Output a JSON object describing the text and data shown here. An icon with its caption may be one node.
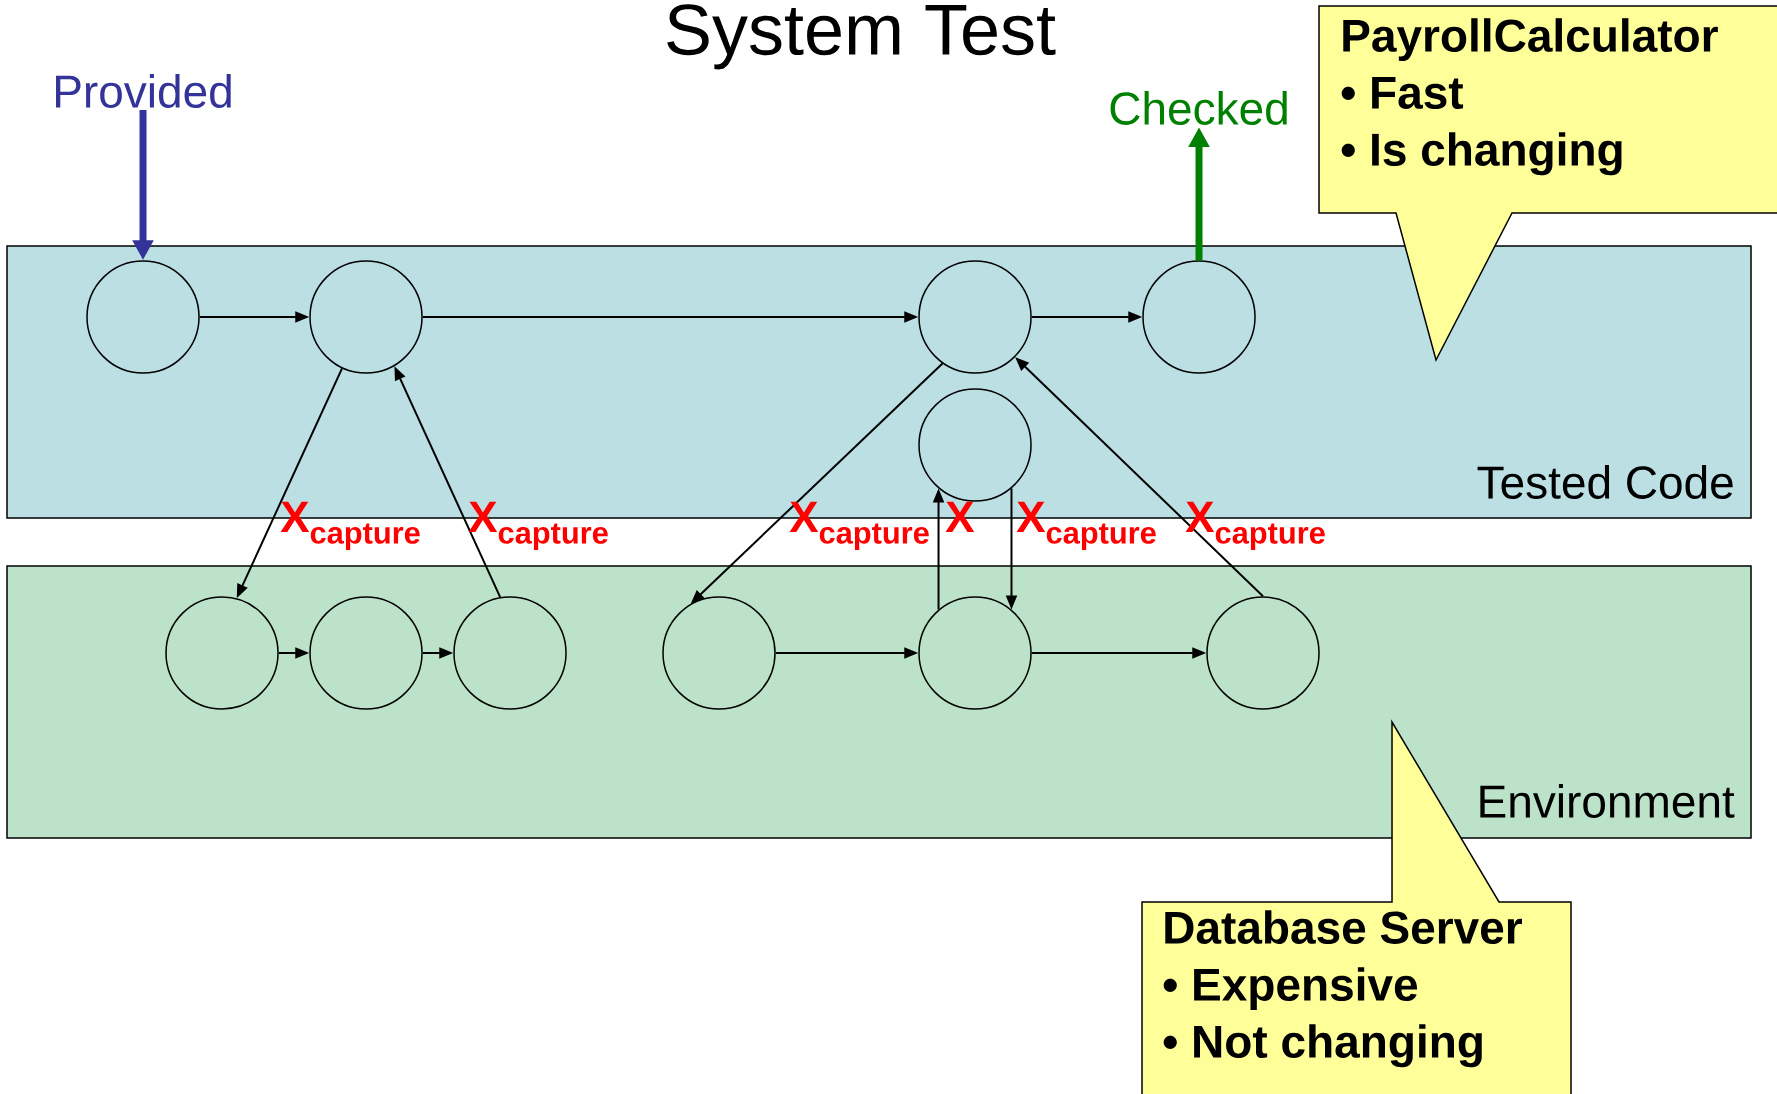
{
  "diagram": {
    "title": "System Test",
    "nodes": [
      {
        "text": [
          "Tested Code"
        ]
      },
      {
        "text": [
          "Environment"
        ]
      },
      {
        "text": [
          "Provided"
        ]
      },
      {
        "text": [
          "Checked"
        ]
      },
      {
        "text": [],
        "shape": "circle",
        "in": 0
      },
      {
        "text": [],
        "shape": "circle",
        "in": 0
      },
      {
        "text": [],
        "shape": "circle",
        "in": 0
      },
      {
        "text": [],
        "shape": "circle",
        "in": 0
      },
      {
        "text": [],
        "shape": "circle",
        "in": 0
      },
      {
        "text": [],
        "shape": "circle",
        "in": 1
      },
      {
        "text": [],
        "shape": "circle",
        "in": 1
      },
      {
        "text": [],
        "shape": "circle",
        "in": 1
      },
      {
        "text": [],
        "shape": "circle",
        "in": 1
      },
      {
        "text": [],
        "shape": "circle",
        "in": 1
      },
      {
        "text": [],
        "shape": "circle",
        "in": 1
      },
      {
        "text": [
          "PayrollCalculator",
          "• Fast",
          "• Is changing"
        ]
      },
      {
        "text": [
          "Database Server",
          "• Expensive",
          "• Not changing"
        ]
      }
    ],
    "edges": [
      {
        "from": 2,
        "to": 4,
        "arrow": "to",
        "style": "thick",
        "color": "#333399"
      },
      {
        "from": 7,
        "to": 3,
        "arrow": "to",
        "style": "thick",
        "color": "#008000"
      },
      {
        "from": 4,
        "to": 5,
        "arrow": "to"
      },
      {
        "from": 5,
        "to": 6,
        "arrow": "to"
      },
      {
        "from": 6,
        "to": 7,
        "arrow": "to"
      },
      {
        "from": 5,
        "to": 9,
        "arrow": "to",
        "label": "X$_{capture}$"
      },
      {
        "from": 11,
        "to": 5,
        "arrow": "to",
        "label": "X$_{capture}$"
      },
      {
        "from": 6,
        "to": 12,
        "arrow": "to",
        "label": "X$_{capture}$"
      },
      {
        "from": 13,
        "to": 8,
        "arrow": "to",
        "label": "X"
      },
      {
        "from": 8,
        "to": 13,
        "arrow": "to",
        "label": "X$_{capture}$"
      },
      {
        "from": 14,
        "to": 6,
        "arrow": "to",
        "label": "X$_{capture}$"
      },
      {
        "from": 9,
        "to": 10,
        "arrow": "to"
      },
      {
        "from": 10,
        "to": 11,
        "arrow": "to"
      },
      {
        "from": 12,
        "to": 13,
        "arrow": "to"
      },
      {
        "from": 13,
        "to": 14,
        "arrow": "to"
      }
    ]
  }
}
